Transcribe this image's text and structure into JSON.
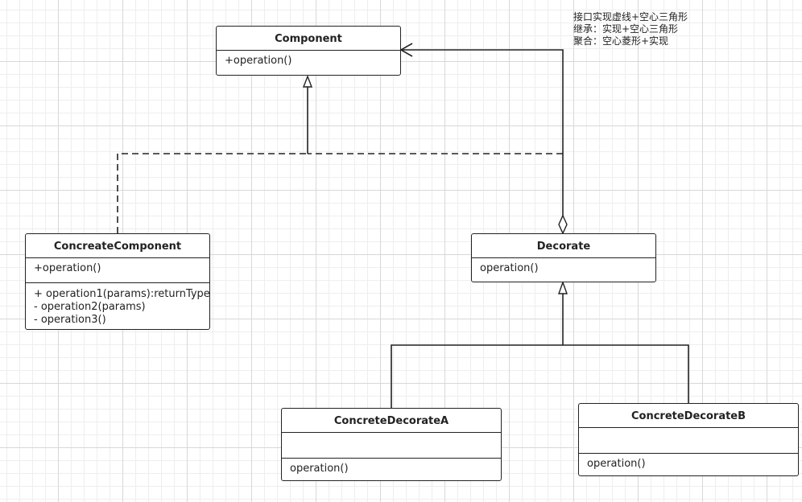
{
  "note": {
    "lines": [
      "接口实现虚线+空心三角形",
      "继承：实现+空心三角形",
      "聚合：空心菱形+实现"
    ]
  },
  "classes": {
    "component": {
      "name": "Component",
      "operations": [
        "+operation()"
      ]
    },
    "concrete_component": {
      "name": "ConcreateComponent",
      "attributes": [
        "+operation()"
      ],
      "operations": [
        "+ operation1(params):returnType",
        "- operation2(params)",
        "- operation3()"
      ]
    },
    "decorate": {
      "name": "Decorate",
      "operations": [
        "operation()"
      ]
    },
    "concrete_decorate_a": {
      "name": "ConcreteDecorateA",
      "operations": [
        "operation()"
      ]
    },
    "concrete_decorate_b": {
      "name": "ConcreteDecorateB",
      "operations": [
        "operation()"
      ]
    }
  },
  "relations": [
    {
      "from": "ConcreateComponent",
      "to": "Component",
      "kind": "realization"
    },
    {
      "from": "Decorate",
      "to": "Component",
      "kind": "realization"
    },
    {
      "from": "Decorate",
      "to": "Component",
      "kind": "aggregation"
    },
    {
      "from": "ConcreteDecorateA",
      "to": "Decorate",
      "kind": "inheritance"
    },
    {
      "from": "ConcreteDecorateB",
      "to": "Decorate",
      "kind": "inheritance"
    }
  ]
}
